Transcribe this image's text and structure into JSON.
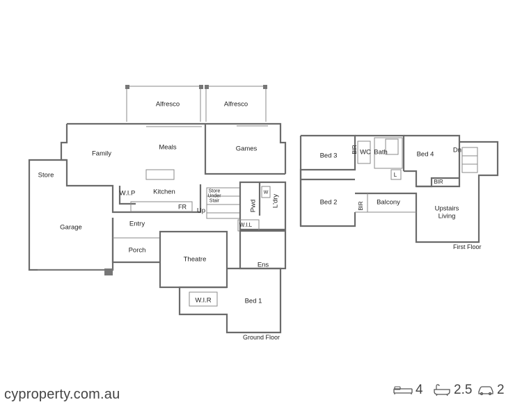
{
  "floorplan": {
    "ground_floor": {
      "caption": "Ground Floor",
      "rooms": {
        "alfresco_left": "Alfresco",
        "alfresco_right": "Alfresco",
        "family": "Family",
        "meals": "Meals",
        "games": "Games",
        "store": "Store",
        "wip": "W.I.P",
        "kitchen": "Kitchen",
        "store_under_stair": "Store Under Stair",
        "garage": "Garage",
        "fr": "FR",
        "up": "Up",
        "pwd": "Pwd",
        "ldry": "L'dry",
        "w": "W",
        "wil": "W.I.L",
        "entry": "Entry",
        "porch": "Porch",
        "theatre": "Theatre",
        "ens": "Ens",
        "wir": "W.I.R",
        "bed1": "Bed 1"
      }
    },
    "first_floor": {
      "caption": "First Floor",
      "rooms": {
        "bed3": "Bed 3",
        "bir_left": "BIR",
        "wc": "WC",
        "bath": "Bath",
        "bed4": "Bed 4",
        "dn": "Dn",
        "l": "L",
        "bir_right": "BIR",
        "bed2": "Bed 2",
        "bir_bottom": "BIR",
        "balcony": "Balcony",
        "upstairs_living": "Upstairs Living"
      }
    }
  },
  "footer": {
    "website": "cyproperty.com.au",
    "bedrooms": "4",
    "bathrooms": "2.5",
    "car_spaces": "2",
    "icons": [
      "bed-icon",
      "bath-icon",
      "car-icon"
    ]
  }
}
